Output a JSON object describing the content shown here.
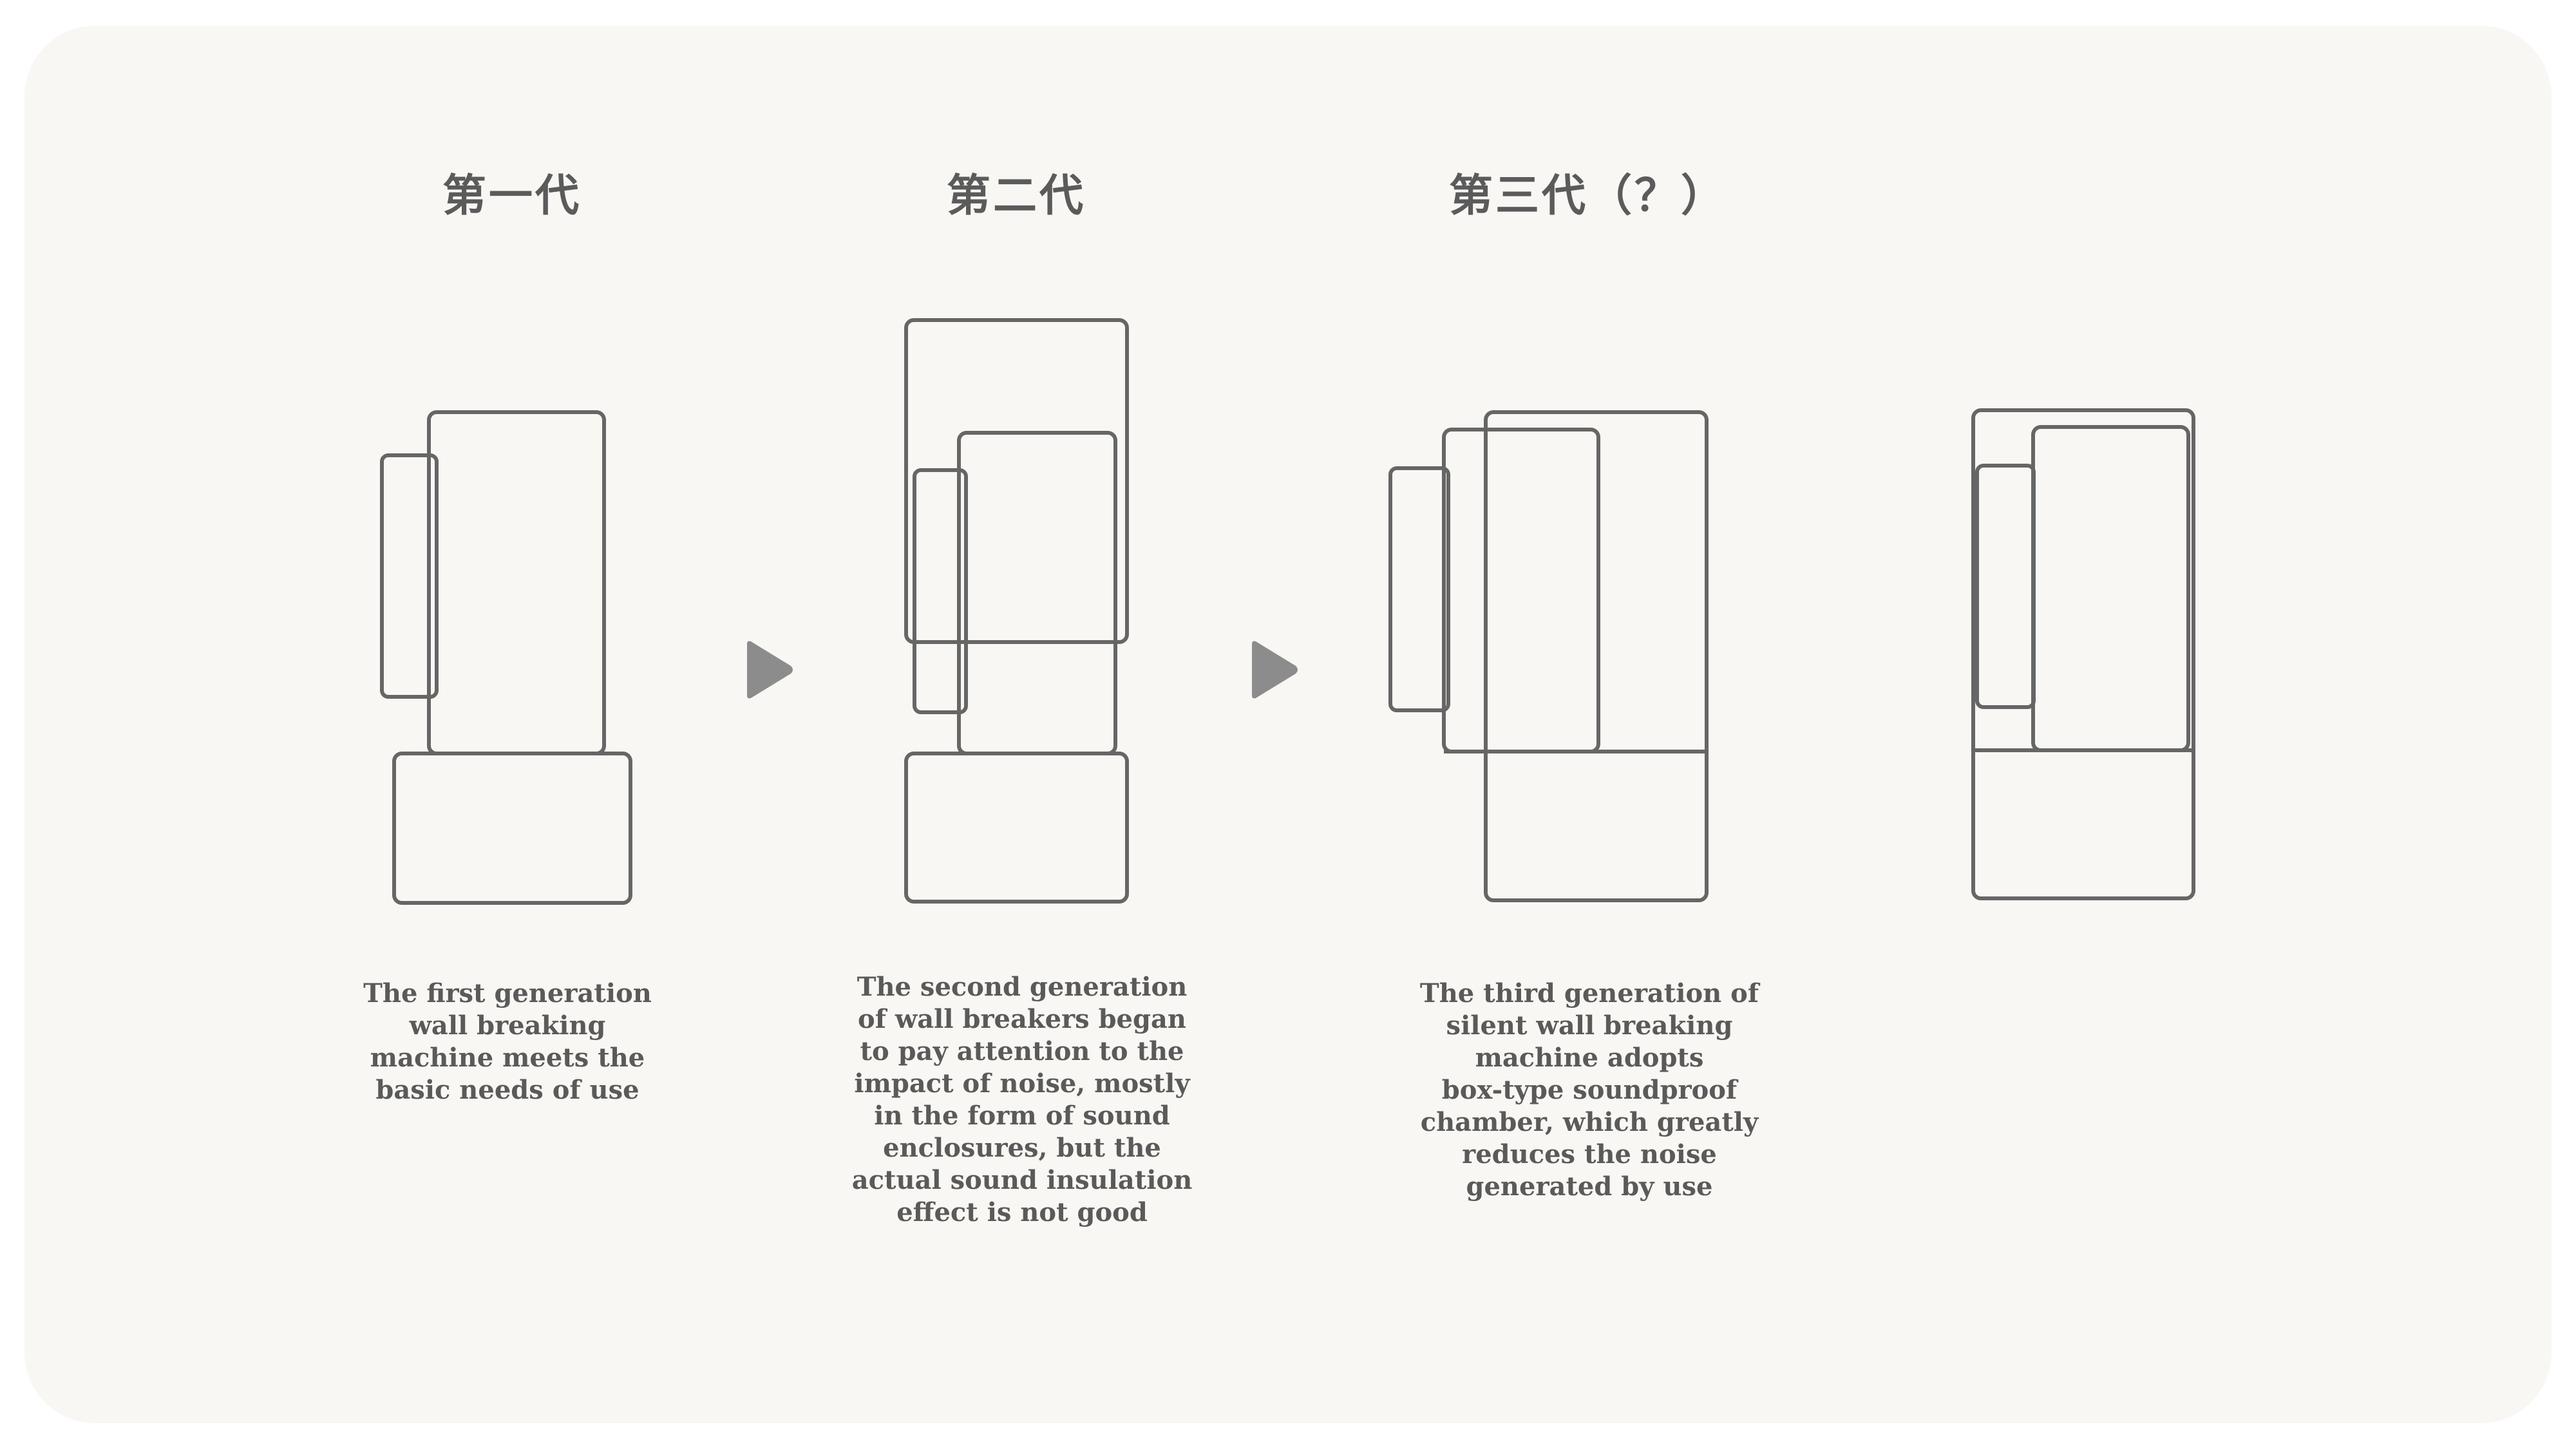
{
  "generations": [
    {
      "title": "第一代",
      "description": "The first generation\nwall breaking\nmachine meets the\nbasic needs of use"
    },
    {
      "title": "第二代",
      "description": "The second generation\nof wall breakers began\nto pay attention to the\nimpact of noise, mostly\nin the form of sound\nenclosures, but the\nactual sound insulation\neffect is not good"
    },
    {
      "title": "第三代（？）",
      "description": "The third generation of\nsilent wall breaking\nmachine adopts\nbox-type soundproof\nchamber, which greatly\nreduces the noise\ngenerated by use"
    }
  ],
  "colors": {
    "background": "#f8f7f4",
    "stroke": "#666666",
    "arrow": "#8c8c8c",
    "text": "#5a5a5a"
  }
}
